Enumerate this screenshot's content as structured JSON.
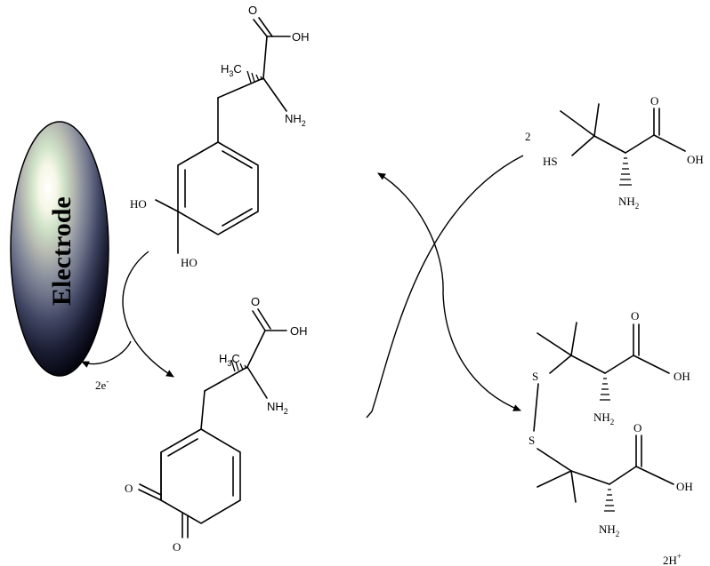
{
  "electrode": {
    "label": "Electrode"
  },
  "electrons": {
    "label": "2e",
    "sup": "-"
  },
  "levodopa": {
    "oh_top": "OH",
    "ch3": "H",
    "ch3_sub": "3",
    "ch3_c": "C",
    "nh2": "NH",
    "nh2_sub": "2",
    "ho_ring_1": "HO",
    "ho_ring_2": "HO"
  },
  "quinone": {
    "oh_top": "OH",
    "ch3": "H",
    "ch3_sub": "3",
    "ch3_c": "C",
    "nh2": "NH",
    "nh2_sub": "2",
    "o_1": "O",
    "o_2": "O"
  },
  "penicillamine": {
    "coefficient": "2",
    "sh": "HS",
    "oh": "OH",
    "o": "O",
    "nh2": "NH",
    "nh2_sub": "2"
  },
  "disulfide": {
    "s_1": "S",
    "s_2": "S",
    "o_1": "O",
    "oh_1": "OH",
    "nh2_1": "NH",
    "nh2_1_sub": "2",
    "o_2": "O",
    "oh_2": "OH",
    "nh2_2": "NH",
    "nh2_2_sub": "2"
  },
  "protons": {
    "label": "2H",
    "sup": "+"
  }
}
